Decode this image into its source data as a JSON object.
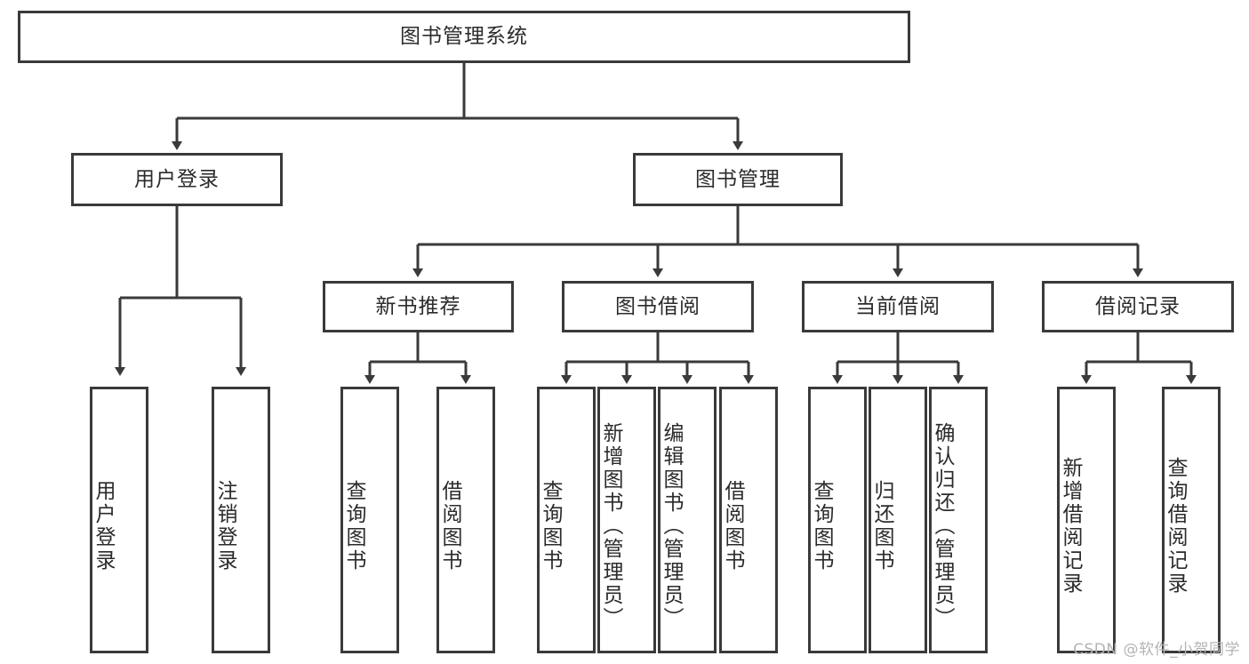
{
  "diagram": {
    "title": "图书管理系统",
    "type": "tree-hierarchy",
    "watermark": "CSDN @软件_小贺同学",
    "stroke_color": "#3a3a3a",
    "fill_color": "#ffffff",
    "text_color": "#2b2b2b"
  },
  "nodes": {
    "root": {
      "label": "图书管理系统"
    },
    "level2": [
      {
        "label": "用户登录"
      },
      {
        "label": "图书管理"
      }
    ],
    "level3": [
      {
        "label": "新书推荐"
      },
      {
        "label": "图书借阅"
      },
      {
        "label": "当前借阅"
      },
      {
        "label": "借阅记录"
      }
    ],
    "leaves": {
      "user_login": [
        {
          "label": "用户登录"
        },
        {
          "label": "注销登录"
        }
      ],
      "new_book_recommend": [
        {
          "label": "查询图书"
        },
        {
          "label": "借阅图书"
        }
      ],
      "book_borrow": [
        {
          "label": "查询图书"
        },
        {
          "label": "新增图书（管理员）"
        },
        {
          "label": "编辑图书（管理员）"
        },
        {
          "label": "借阅图书"
        }
      ],
      "current_borrow": [
        {
          "label": "查询图书"
        },
        {
          "label": "归还图书"
        },
        {
          "label": "确认归还（管理员）"
        }
      ],
      "borrow_record": [
        {
          "label": "新增借阅记录"
        },
        {
          "label": "查询借阅记录"
        }
      ]
    }
  }
}
